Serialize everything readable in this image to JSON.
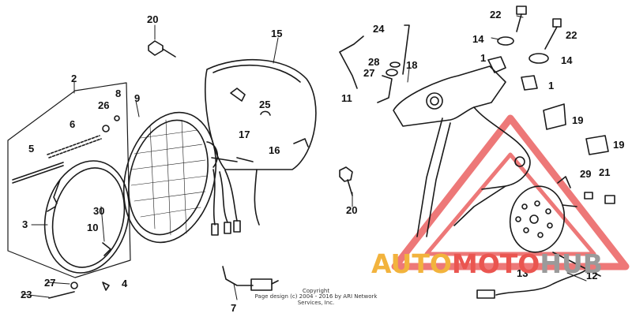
{
  "callouts": [
    {
      "id": "c20a",
      "text": "20"
    },
    {
      "id": "c15",
      "text": "15"
    },
    {
      "id": "c24",
      "text": "24"
    },
    {
      "id": "c22a",
      "text": "22"
    },
    {
      "id": "c22b",
      "text": "22"
    },
    {
      "id": "c14a",
      "text": "14"
    },
    {
      "id": "c14b",
      "text": "14"
    },
    {
      "id": "c1a",
      "text": "1"
    },
    {
      "id": "c1b",
      "text": "1"
    },
    {
      "id": "c28",
      "text": "28"
    },
    {
      "id": "c27a",
      "text": "27"
    },
    {
      "id": "c18",
      "text": "18"
    },
    {
      "id": "c11",
      "text": "11"
    },
    {
      "id": "c2",
      "text": "2"
    },
    {
      "id": "c26",
      "text": "26"
    },
    {
      "id": "c8",
      "text": "8"
    },
    {
      "id": "c9",
      "text": "9"
    },
    {
      "id": "c25",
      "text": "25"
    },
    {
      "id": "c6",
      "text": "6"
    },
    {
      "id": "c17",
      "text": "17"
    },
    {
      "id": "c16",
      "text": "16"
    },
    {
      "id": "c19a",
      "text": "19"
    },
    {
      "id": "c19b",
      "text": "19"
    },
    {
      "id": "c5",
      "text": "5"
    },
    {
      "id": "c20b",
      "text": "20"
    },
    {
      "id": "c29",
      "text": "29"
    },
    {
      "id": "c21",
      "text": "21"
    },
    {
      "id": "c30",
      "text": "30"
    },
    {
      "id": "c3",
      "text": "3"
    },
    {
      "id": "c10",
      "text": "10"
    },
    {
      "id": "c4",
      "text": "4"
    },
    {
      "id": "c27b",
      "text": "27"
    },
    {
      "id": "c23",
      "text": "23"
    },
    {
      "id": "c7",
      "text": "7"
    },
    {
      "id": "c13",
      "text": "13"
    },
    {
      "id": "c12",
      "text": "12"
    }
  ],
  "watermark": {
    "auto": "AUTO",
    "moto": "MOTO",
    "hub": "HUB",
    "auto_color": "#f2b33d",
    "moto_color": "#ea5550",
    "hub_color": "#9a9a9a",
    "triangle_color": "#e84b4b"
  },
  "copyright": {
    "line1": "Copyright",
    "line2": "Page design (c) 2004 - 2016 by ARI Network Services, Inc."
  }
}
